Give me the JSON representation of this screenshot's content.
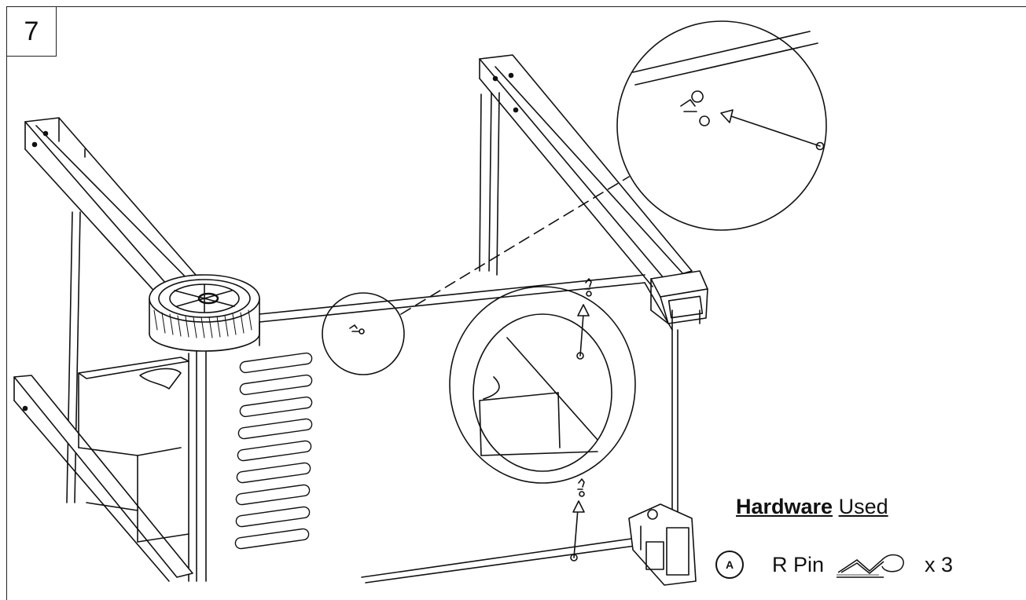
{
  "step": {
    "number": "7"
  },
  "hardware": {
    "title_bold": "Hardware",
    "title_rest": "Used",
    "items": [
      {
        "letter": "A",
        "name": "R Pin",
        "icon": "r-pin-icon",
        "qty": "x 3"
      }
    ]
  },
  "colors": {
    "line": "#111111",
    "background": "#ffffff"
  }
}
